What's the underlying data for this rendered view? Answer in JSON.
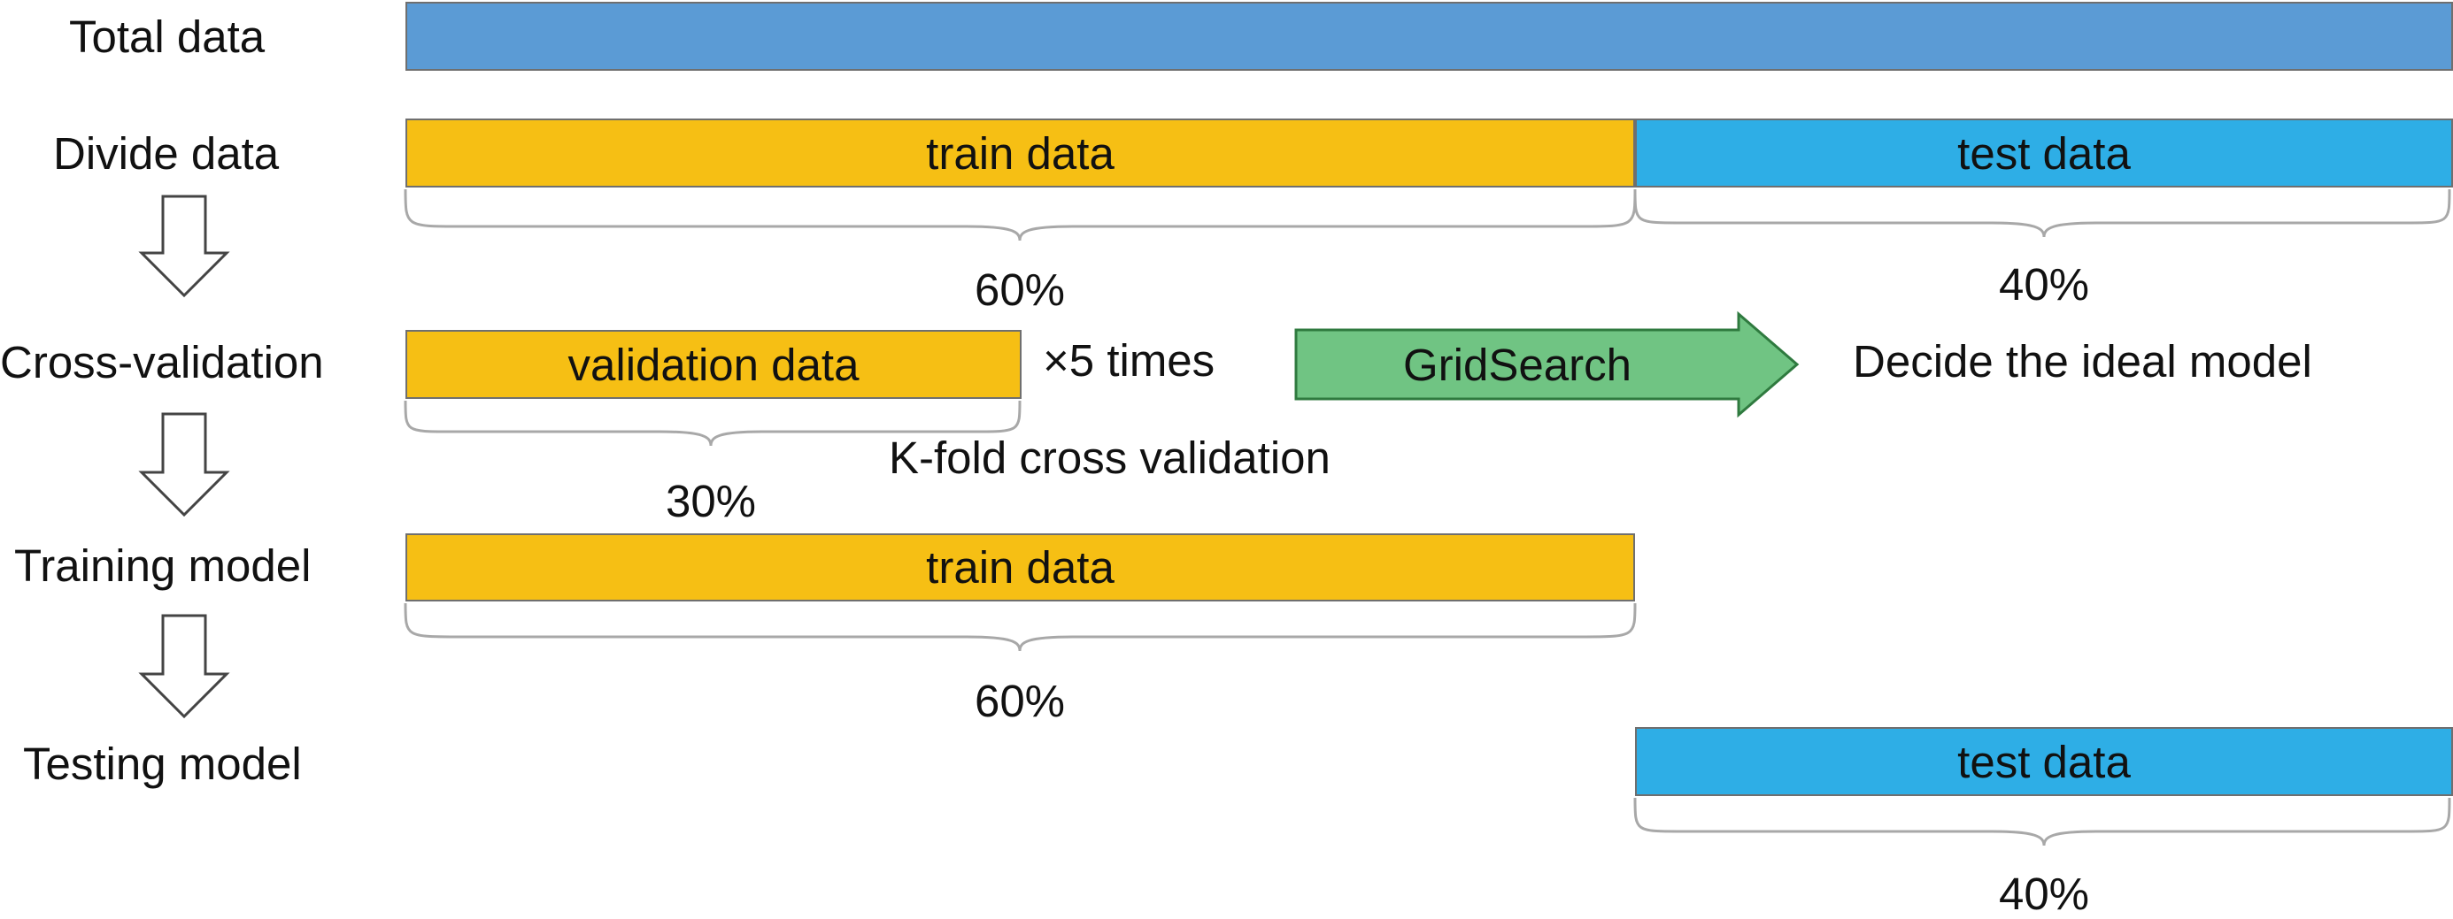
{
  "colors": {
    "total": "#5b9bd5",
    "train": "#f6bf14",
    "test": "#2eaee6",
    "arrow_fill": "#70c483",
    "arrow_stroke": "#2f7a3f",
    "brace": "#a8a8a8"
  },
  "steps": {
    "total": "Total data",
    "divide": "Divide data",
    "cross_validation": "Cross-validation",
    "training": "Training model",
    "testing": "Testing model"
  },
  "bars": {
    "train_divide": "train data",
    "test_divide": "test data",
    "validation": "validation data",
    "train_training": "train data",
    "test_testing": "test data"
  },
  "percents": {
    "train_divide": "60%",
    "test_divide": "40%",
    "validation": "30%",
    "train_training": "60%",
    "test_testing": "40%"
  },
  "cross_validation": {
    "repeat": "×5 times",
    "method": "K-fold cross validation",
    "arrow_label": "GridSearch",
    "result": "Decide the ideal model"
  }
}
